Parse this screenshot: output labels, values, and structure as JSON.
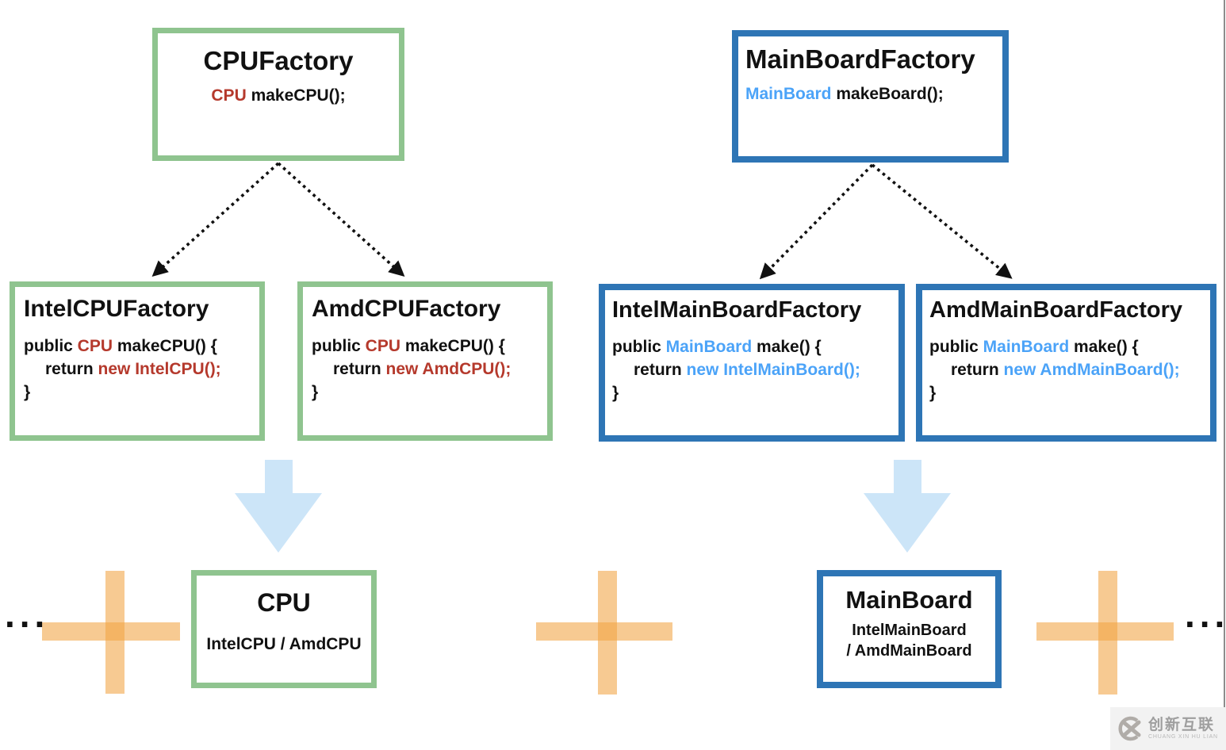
{
  "colors": {
    "green": "#8FC48F",
    "blue": "#2E75B5",
    "red": "#B5392C",
    "lightblue": "#4BA3F8",
    "arrowblue": "#CCE5F8",
    "plus": "rgba(242,163,68,0.58)"
  },
  "abstract_factories": {
    "cpu": {
      "title": "CPUFactory",
      "return_type": "CPU",
      "signature": " makeCPU();"
    },
    "mainboard": {
      "title": "MainBoardFactory",
      "return_type": "MainBoard",
      "signature": " makeBoard();"
    }
  },
  "concrete_factories": {
    "intel_cpu": {
      "title": "IntelCPUFactory",
      "kw_public": "public ",
      "return_type": "CPU",
      "sig": " makeCPU() {",
      "kw_return": "return ",
      "new_expr": "new IntelCPU();",
      "close": "}"
    },
    "amd_cpu": {
      "title": "AmdCPUFactory",
      "kw_public": "public ",
      "return_type": "CPU",
      "sig": " makeCPU() {",
      "kw_return": "return ",
      "new_expr": "new AmdCPU();",
      "close": "}"
    },
    "intel_mainboard": {
      "title": "IntelMainBoardFactory",
      "kw_public": "public ",
      "return_type": "MainBoard",
      "sig": " make() {",
      "kw_return": "return ",
      "new_expr": "new IntelMainBoard();",
      "close": "}"
    },
    "amd_mainboard": {
      "title": "AmdMainBoardFactory",
      "kw_public": "public ",
      "return_type": "MainBoard",
      "sig": " make() {",
      "kw_return": "return ",
      "new_expr": "new AmdMainBoard();",
      "close": "}"
    }
  },
  "products": {
    "cpu": {
      "title": "CPU",
      "impls": "IntelCPU / AmdCPU"
    },
    "mainboard": {
      "title": "MainBoard",
      "impls_line1": "IntelMainBoard",
      "impls_line2": "/ AmdMainBoard"
    }
  },
  "ellipsis": {
    "left": "...",
    "right": "..."
  },
  "watermark": {
    "name": "创新互联",
    "romanized": "CHUANG XIN HU LIAN"
  }
}
